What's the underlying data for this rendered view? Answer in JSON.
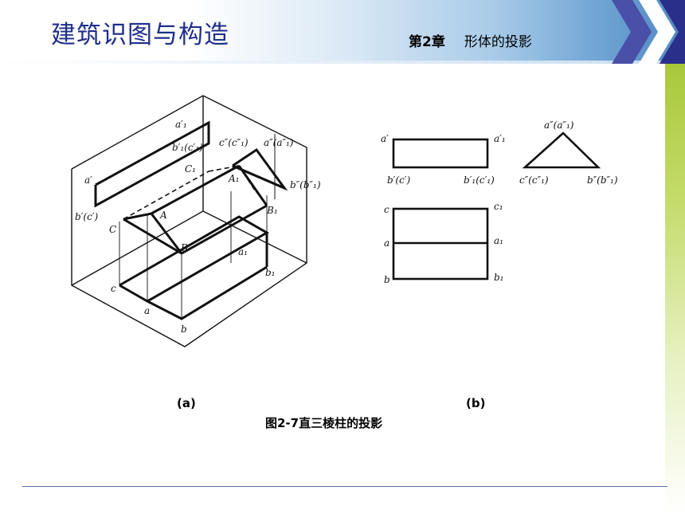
{
  "header": {
    "title": "建筑识图与构造",
    "chapter_num": "第2章",
    "chapter_topic": "形体的投影"
  },
  "figure": {
    "caption": "图2-7直三棱柱的投影",
    "sub_a": "(a)",
    "sub_b": "(b)",
    "labels_a": {
      "a_prime_1": "a′₁",
      "b_prime_1_c_prime_1": "b′₁(c′₁)",
      "c_dprime_1": "c″(c″₁)",
      "a_dprime_1": "a″(a″₁)",
      "C1": "C₁",
      "A1": "A₁",
      "a_prime": "a′",
      "b_dprime": "b″(b″₁)",
      "b_prime_c_prime": "b′(c′)",
      "A": "A",
      "C": "C",
      "B1": "B₁",
      "B": "B",
      "a1": "a₁",
      "b1": "b₁",
      "c": "c",
      "a": "a",
      "b": "b"
    },
    "labels_b": {
      "a_prime": "a′",
      "a_prime_1": "a′₁",
      "b_prime_c_prime": "b′(c′)",
      "b_prime_1_c_prime_1": "b′₁(c′₁)",
      "a_dprime": "a″(a″₁)",
      "c_dprime": "c″(c″₁)",
      "b_dprime": "b″(b″₁)",
      "c": "c",
      "c1": "c₁",
      "a": "a",
      "a1": "a₁",
      "b": "b",
      "b1": "b₁"
    }
  },
  "colors": {
    "title": "#1f2f8a",
    "accent_green": "#a8c83a",
    "chevron_dark": "#2a2f8a",
    "chevron_light": "#ffffff"
  }
}
